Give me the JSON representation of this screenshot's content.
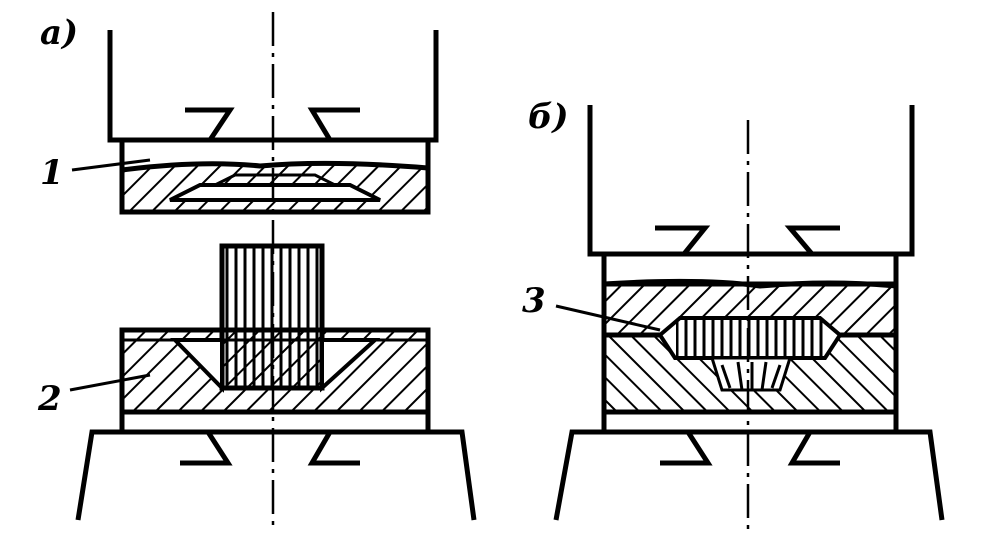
{
  "diagram": {
    "panel_a": {
      "label": "а)",
      "callouts": [
        {
          "label": "1"
        },
        {
          "label": "2"
        }
      ]
    },
    "panel_b": {
      "label": "б)",
      "callouts": [
        {
          "label": "3"
        }
      ]
    }
  }
}
